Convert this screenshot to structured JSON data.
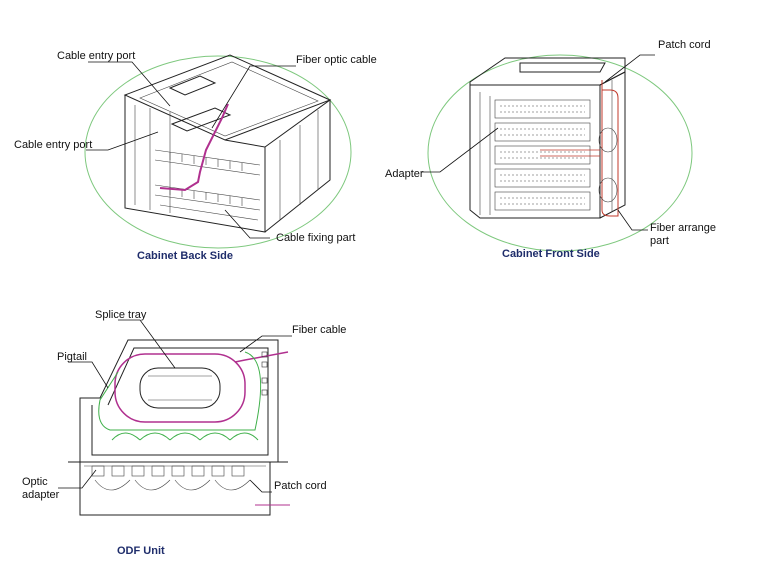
{
  "colors": {
    "fiber": "#b0308f",
    "pigtail": "#3fb04a",
    "patch": "#c0392b",
    "highlight": "#7ec87e",
    "title": "#1f2d6b"
  },
  "back": {
    "title": "Cabinet Back Side",
    "cable_entry_top": "Cable entry port",
    "cable_entry_side": "Cable entry port",
    "fiber_optic_cable": "Fiber optic cable",
    "cable_fixing_part": "Cable fixing part"
  },
  "front": {
    "title": "Cabinet Front Side",
    "patch_cord": "Patch cord",
    "adapter": "Adapter",
    "fiber_arrange_line1": "Fiber arrange",
    "fiber_arrange_line2": "part"
  },
  "odf": {
    "title": "ODF Unit",
    "splice_tray": "Splice tray",
    "fiber_cable": "Fiber cable",
    "pigtail": "Pigtail",
    "optic_adapter_line1": "Optic",
    "optic_adapter_line2": "adapter",
    "patch_cord": "Patch cord"
  }
}
